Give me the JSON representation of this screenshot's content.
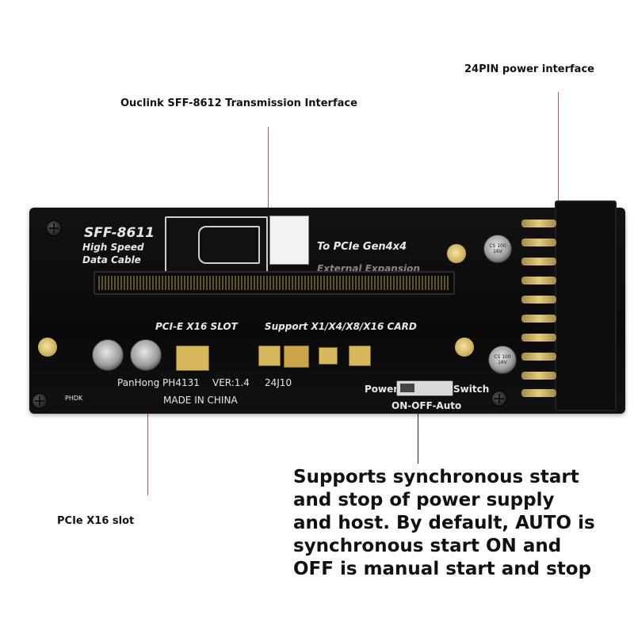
{
  "callouts": {
    "sff8612": "Ouclink SFF-8612 Transmission Interface",
    "power24": "24PIN power interface",
    "pcie_slot": "PCIe X16 slot"
  },
  "description_lines": [
    "Supports synchronous start",
    "and stop of power supply",
    "and host. By default, AUTO is",
    "synchronous start ON and",
    "OFF is manual start and stop"
  ],
  "board": {
    "title": "SFF-8611",
    "subtitle1": "High Speed",
    "subtitle2": "Data Cable",
    "to_pcie": "To PCIe Gen4x4",
    "external": "External Expansion",
    "slot_label": "PCI-E X16 SLOT",
    "support": "Support X1/X4/X8/X16 CARD",
    "maker": "PanHong PH4131",
    "version": "VER:1.4",
    "date_code": "24J10",
    "made_in": "MADE IN CHINA",
    "logo": "PHDK",
    "switch_left": "Power",
    "switch_right": "Switch",
    "switch_modes": "ON-OFF-Auto",
    "cap_label": "CS 100 16V"
  },
  "colors": {
    "pointer": "#c0505a",
    "pcb": "#0f0f0f",
    "gold": "#d8b85c"
  }
}
